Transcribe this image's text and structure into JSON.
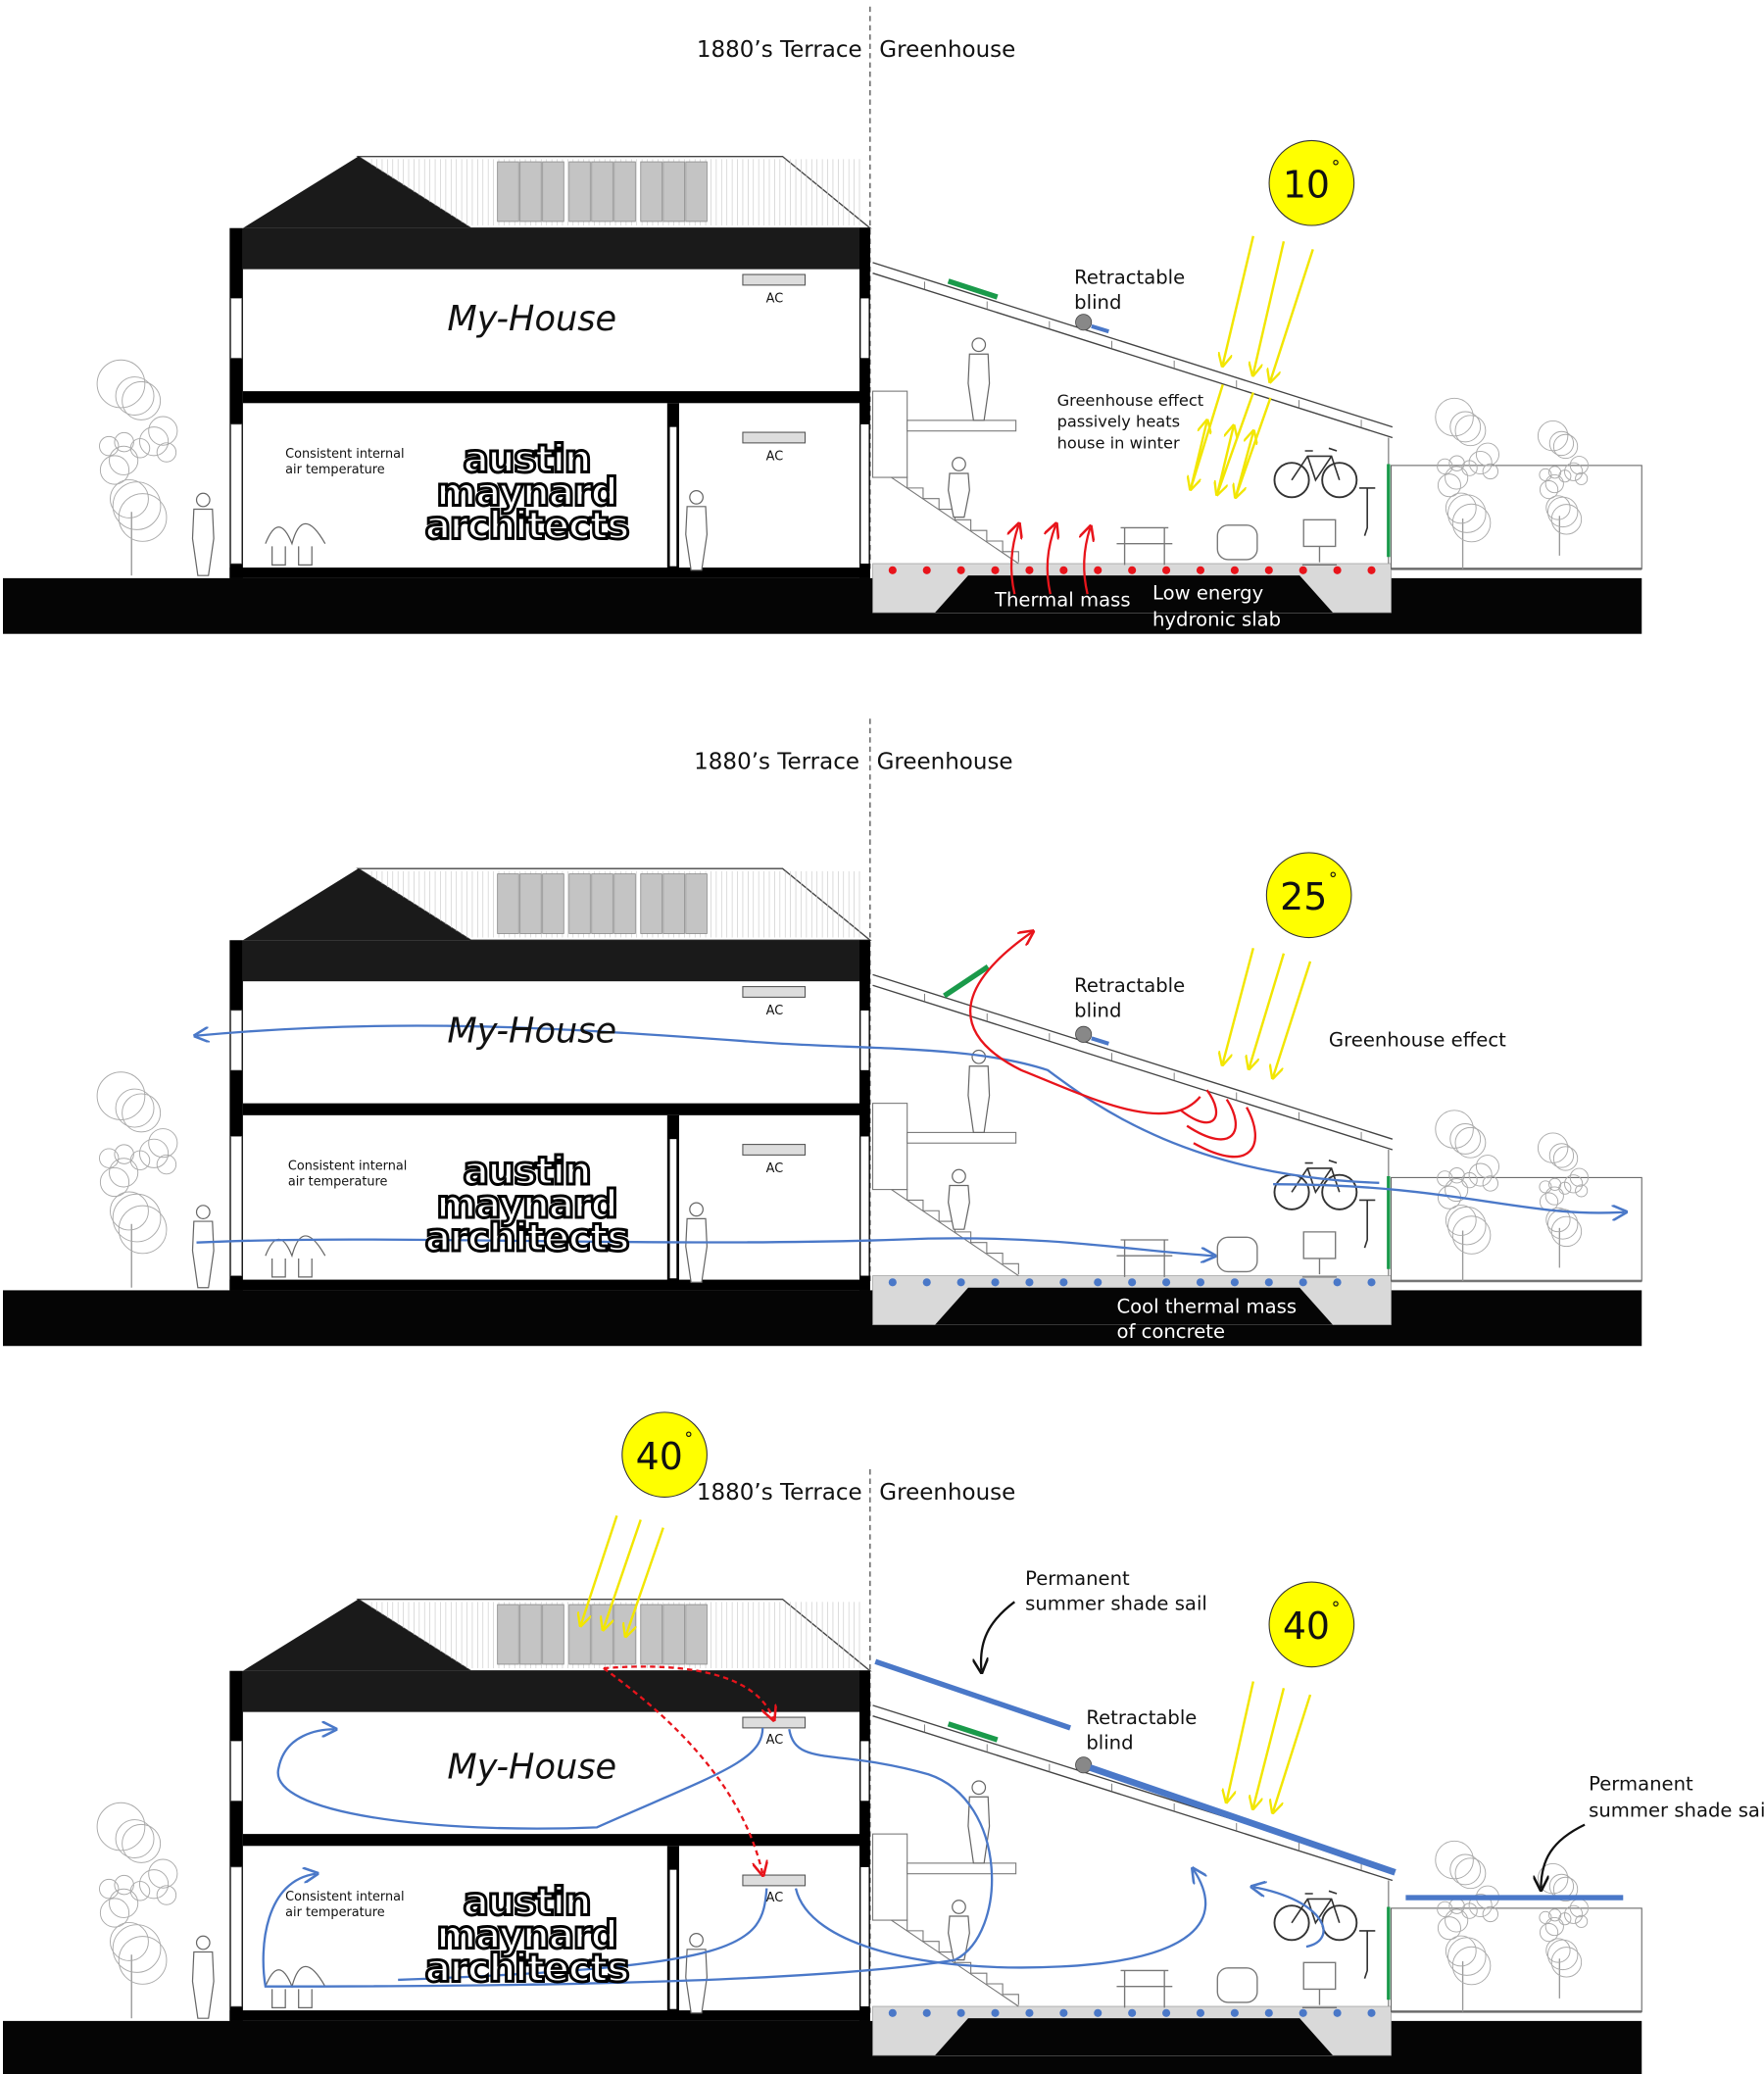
{
  "section_labels": {
    "terrace": "1880’s Terrace",
    "greenhouse": "Greenhouse"
  },
  "house_name": "My-House",
  "ac_label": "AC",
  "consistent_temp": [
    "Consistent internal",
    "air temperature"
  ],
  "logo": [
    "austin",
    "maynard",
    "architects"
  ],
  "retractable_blind": [
    "Retractable",
    "blind"
  ],
  "panels": [
    {
      "sun_temp": "10",
      "greenhouse_effect": [
        "Greenhouse effect",
        "passively heats",
        "house in winter"
      ],
      "thermal_mass": "Thermal mass",
      "hydronic_slab": [
        "Low energy",
        "hydronic slab"
      ]
    },
    {
      "sun_temp": "25",
      "greenhouse_effect": "Greenhouse effect",
      "cool_mass": [
        "Cool thermal mass",
        "of concrete"
      ]
    },
    {
      "sun_temp_house": "40",
      "sun_temp_greenhouse": "40",
      "shade_sail": [
        "Permanent",
        "summer shade sail"
      ]
    }
  ],
  "degree_symbol": "°",
  "colors": {
    "sun": "#ffff00",
    "sun_rays": "#f2e600",
    "warm_air": "#e8141b",
    "cool_air": "#4a78c8",
    "blind_green": "#1a9a4a",
    "slab_grey": "#d9d9d9",
    "solar_panel": "#c4c4c4"
  }
}
